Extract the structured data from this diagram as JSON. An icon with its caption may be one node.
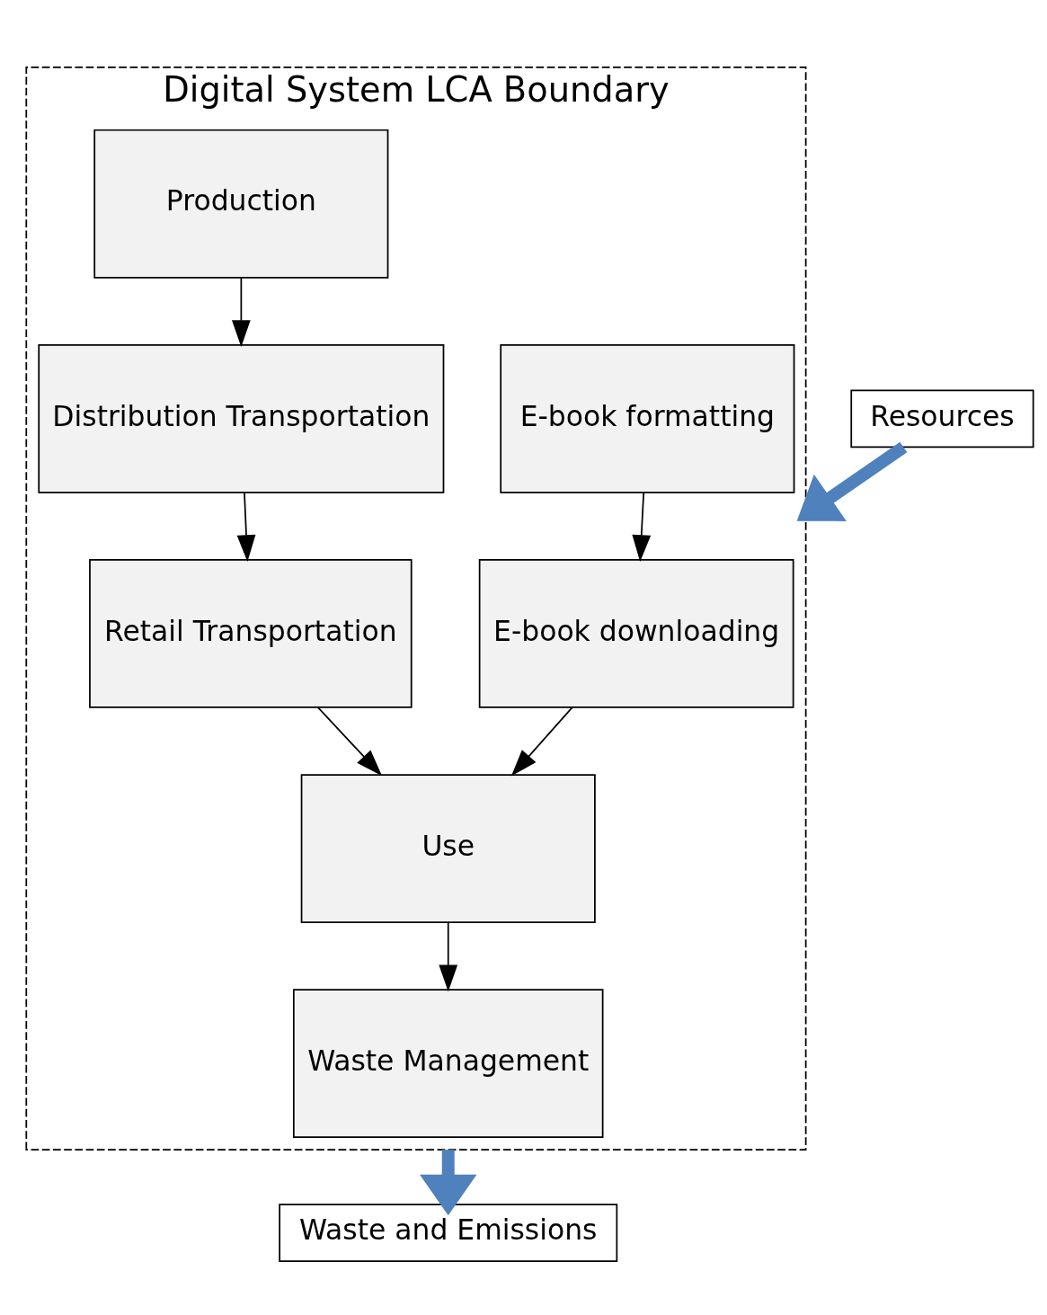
{
  "diagram": {
    "nodes": [
      {
        "text": [
          "Digital System LCA Boundary"
        ]
      },
      {
        "text": [
          "Production"
        ],
        "in": 0
      },
      {
        "text": [
          "E-book formatting"
        ],
        "in": 0
      },
      {
        "text": [
          "Distribution Transportation"
        ],
        "in": 0
      },
      {
        "text": [
          "E-book downloading"
        ],
        "in": 0
      },
      {
        "text": [
          "Retail Transportation"
        ],
        "in": 0
      },
      {
        "text": [
          "Use"
        ],
        "in": 0
      },
      {
        "text": [
          "Waste Management"
        ],
        "in": 0
      },
      {
        "text": [
          "Resources"
        ]
      },
      {
        "text": [
          "Waste and Emissions"
        ]
      }
    ],
    "edges": [
      {
        "from": 1,
        "to": 3,
        "arrow": "to"
      },
      {
        "from": 2,
        "to": 4,
        "arrow": "to"
      },
      {
        "from": 3,
        "to": 5,
        "arrow": "to"
      },
      {
        "from": 4,
        "to": 6,
        "arrow": "to"
      },
      {
        "from": 5,
        "to": 6,
        "arrow": "to"
      },
      {
        "from": 6,
        "to": 7,
        "arrow": "to"
      },
      {
        "from": 8,
        "to": 0,
        "arrow": "to",
        "style": "thick",
        "color": "#4f81bd"
      },
      {
        "from": 0,
        "to": 9,
        "arrow": "to",
        "style": "thick",
        "color": "#4f81bd"
      }
    ]
  }
}
